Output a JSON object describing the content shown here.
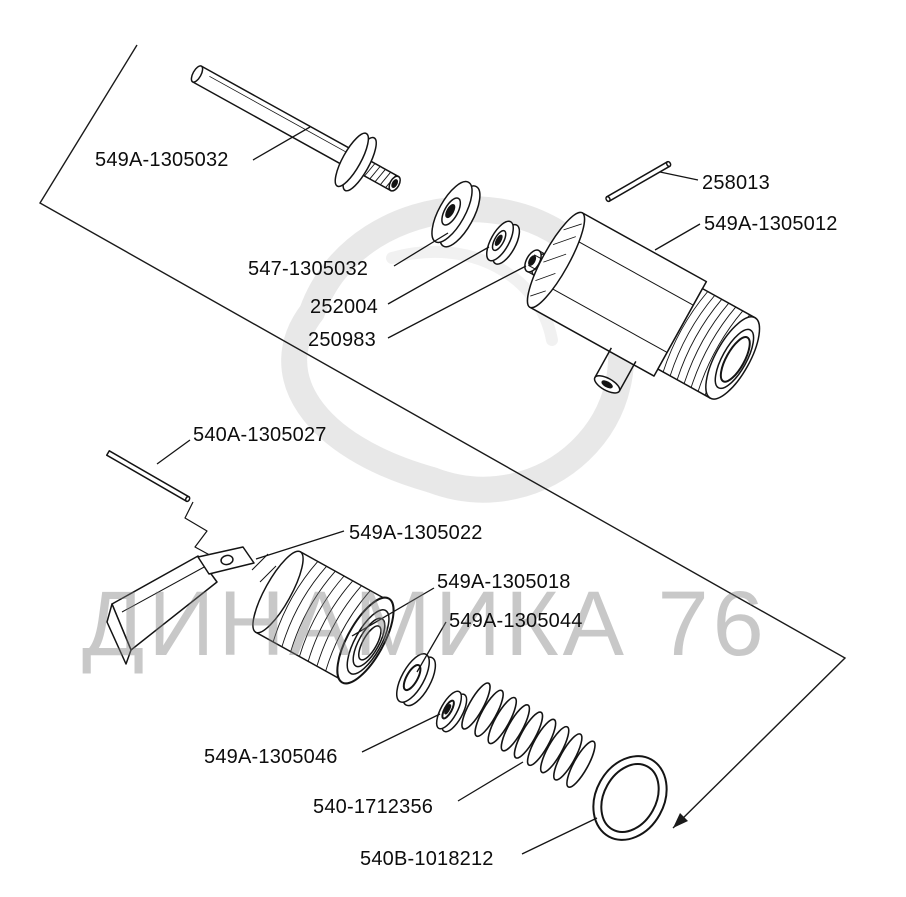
{
  "watermark": {
    "text": "ДИНАМИКА 76"
  },
  "diagram": {
    "labels": [
      {
        "part": "pushrod",
        "text": "549А-1305032"
      },
      {
        "part": "pin",
        "text": "258013"
      },
      {
        "part": "valve-body",
        "text": "549А-1305012"
      },
      {
        "part": "disc",
        "text": "547-1305032"
      },
      {
        "part": "washer",
        "text": "252004"
      },
      {
        "part": "nut",
        "text": "250983"
      },
      {
        "part": "rod",
        "text": "540А-1305027"
      },
      {
        "part": "lever",
        "text": "549А-1305022"
      },
      {
        "part": "fitting",
        "text": "549А-1305018"
      },
      {
        "part": "seal-washer",
        "text": "549А-1305044"
      },
      {
        "part": "small-washer",
        "text": "549А-1305046"
      },
      {
        "part": "spring",
        "text": "540-1712356"
      },
      {
        "part": "sealing-ring",
        "text": "540В-1018212"
      }
    ]
  }
}
